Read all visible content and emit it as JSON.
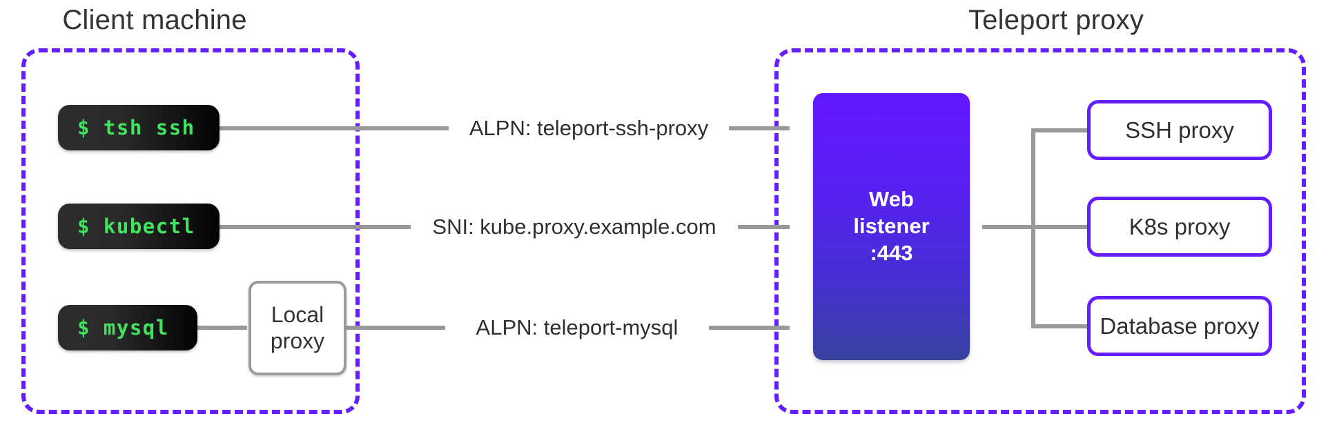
{
  "diagram": {
    "title_client": "Client machine",
    "title_proxy": "Teleport proxy",
    "colors": {
      "accent_purple": "#651FFF",
      "terminal_green": "#41e35f",
      "terminal_bg_dark": "#2c2c2c",
      "terminal_bg_black": "#030303",
      "connector_gray": "#999999",
      "localproxy_border": "#9a9a9a",
      "listener_gradient_top": "#6317FF",
      "listener_gradient_bottom": "#38419F",
      "text_dark": "#333333",
      "background": "#ffffff"
    }
  },
  "client": {
    "terminals": [
      {
        "label": "$ tsh ssh"
      },
      {
        "label": "$ kubectl"
      },
      {
        "label": "$ mysql"
      }
    ],
    "local_proxy": {
      "line1": "Local",
      "line2": "proxy"
    }
  },
  "connections": [
    {
      "label": "ALPN: teleport-ssh-proxy"
    },
    {
      "label": "SNI: kube.proxy.example.com"
    },
    {
      "label": "ALPN: teleport-mysql"
    }
  ],
  "proxy": {
    "listener": {
      "line1": "Web",
      "line2": "listener",
      "line3": ":443"
    },
    "services": [
      {
        "label": "SSH proxy"
      },
      {
        "label": "K8s proxy"
      },
      {
        "label": "Database proxy"
      }
    ]
  }
}
